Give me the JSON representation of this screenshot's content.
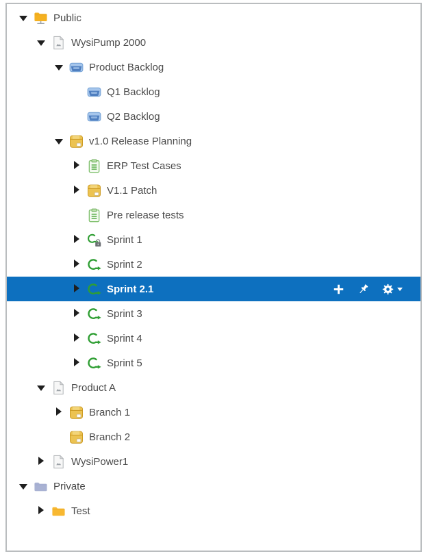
{
  "colors": {
    "selection_background": "#0d70bf",
    "selection_text": "#ffffff",
    "row_text": "#4a4a4a",
    "panel_border": "#babdbf",
    "expander": "#1f1f1f",
    "folder_public": "#f5b120",
    "folder_private": "#a9b2d3",
    "folder_test": "#f8b831",
    "folder_tab_shadow": "#d9991a",
    "stand_gray": "#9aa0a6",
    "document_fill": "#f7f7f7",
    "document_stroke": "#b5b8bb",
    "document_fold": "#dcdcdc",
    "document_mark": "#9aa0a6",
    "tray_fill": "#a6c6ec",
    "tray_stroke": "#76a3d6",
    "tray_inner": "#4f7fc0",
    "tray_slot": "#8fb3e0",
    "package_fill": "#ecc352",
    "package_top": "#f7dd8a",
    "package_line": "#c9961e",
    "package_label": "#fdfdfd",
    "clipboard_fill": "#f4faf1",
    "clipboard_stroke": "#82c170",
    "clipboard_clip": "#b9e0a8",
    "clipboard_clip_stroke": "#6fae5c",
    "clipboard_lines": "#64b455",
    "sprint_green": "#2f9e33",
    "lock_body": "#6b6f73",
    "lock_shackle": "#8d9296",
    "action_icon": "#ffffff"
  },
  "tree": {
    "items": [
      {
        "label": "Public",
        "level": 0,
        "expander": "expanded",
        "icon": "shared-folder",
        "selected": false
      },
      {
        "label": "WysiPump 2000",
        "level": 1,
        "expander": "expanded",
        "icon": "project-document",
        "selected": false
      },
      {
        "label": "Product Backlog",
        "level": 2,
        "expander": "expanded",
        "icon": "backlog-tray",
        "selected": false
      },
      {
        "label": "Q1 Backlog",
        "level": 3,
        "expander": "none",
        "icon": "backlog-tray",
        "selected": false
      },
      {
        "label": "Q2 Backlog",
        "level": 3,
        "expander": "none",
        "icon": "backlog-tray",
        "selected": false
      },
      {
        "label": "v1.0 Release Planning",
        "level": 2,
        "expander": "expanded",
        "icon": "release-package",
        "selected": false
      },
      {
        "label": "ERP Test Cases",
        "level": 3,
        "expander": "collapsed",
        "icon": "test-clipboard",
        "selected": false
      },
      {
        "label": "V1.1 Patch",
        "level": 3,
        "expander": "collapsed",
        "icon": "release-package",
        "selected": false
      },
      {
        "label": "Pre release tests",
        "level": 3,
        "expander": "none",
        "icon": "test-clipboard",
        "selected": false
      },
      {
        "label": "Sprint 1",
        "level": 3,
        "expander": "collapsed",
        "icon": "sprint-locked",
        "selected": false
      },
      {
        "label": "Sprint 2",
        "level": 3,
        "expander": "collapsed",
        "icon": "sprint",
        "selected": false
      },
      {
        "label": "Sprint 2.1",
        "level": 3,
        "expander": "collapsed",
        "icon": "sprint",
        "selected": true
      },
      {
        "label": "Sprint 3",
        "level": 3,
        "expander": "collapsed",
        "icon": "sprint",
        "selected": false
      },
      {
        "label": "Sprint 4",
        "level": 3,
        "expander": "collapsed",
        "icon": "sprint",
        "selected": false
      },
      {
        "label": "Sprint 5",
        "level": 3,
        "expander": "collapsed",
        "icon": "sprint",
        "selected": false
      },
      {
        "label": "Product A",
        "level": 1,
        "expander": "expanded",
        "icon": "project-document",
        "selected": false
      },
      {
        "label": "Branch 1",
        "level": 2,
        "expander": "collapsed",
        "icon": "release-package",
        "selected": false
      },
      {
        "label": "Branch 2",
        "level": 2,
        "expander": "none",
        "icon": "release-package",
        "selected": false
      },
      {
        "label": "WysiPower1",
        "level": 1,
        "expander": "collapsed",
        "icon": "project-document",
        "selected": false
      },
      {
        "label": "Private",
        "level": 0,
        "expander": "expanded",
        "icon": "private-folder",
        "selected": false
      },
      {
        "label": "Test",
        "level": 1,
        "expander": "collapsed",
        "icon": "test-folder",
        "selected": false
      }
    ]
  },
  "selected_row_actions": [
    {
      "name": "add",
      "icon": "plus-icon",
      "has_dropdown": false
    },
    {
      "name": "pin",
      "icon": "pin-icon",
      "has_dropdown": false
    },
    {
      "name": "settings",
      "icon": "gear-icon",
      "has_dropdown": true
    }
  ]
}
